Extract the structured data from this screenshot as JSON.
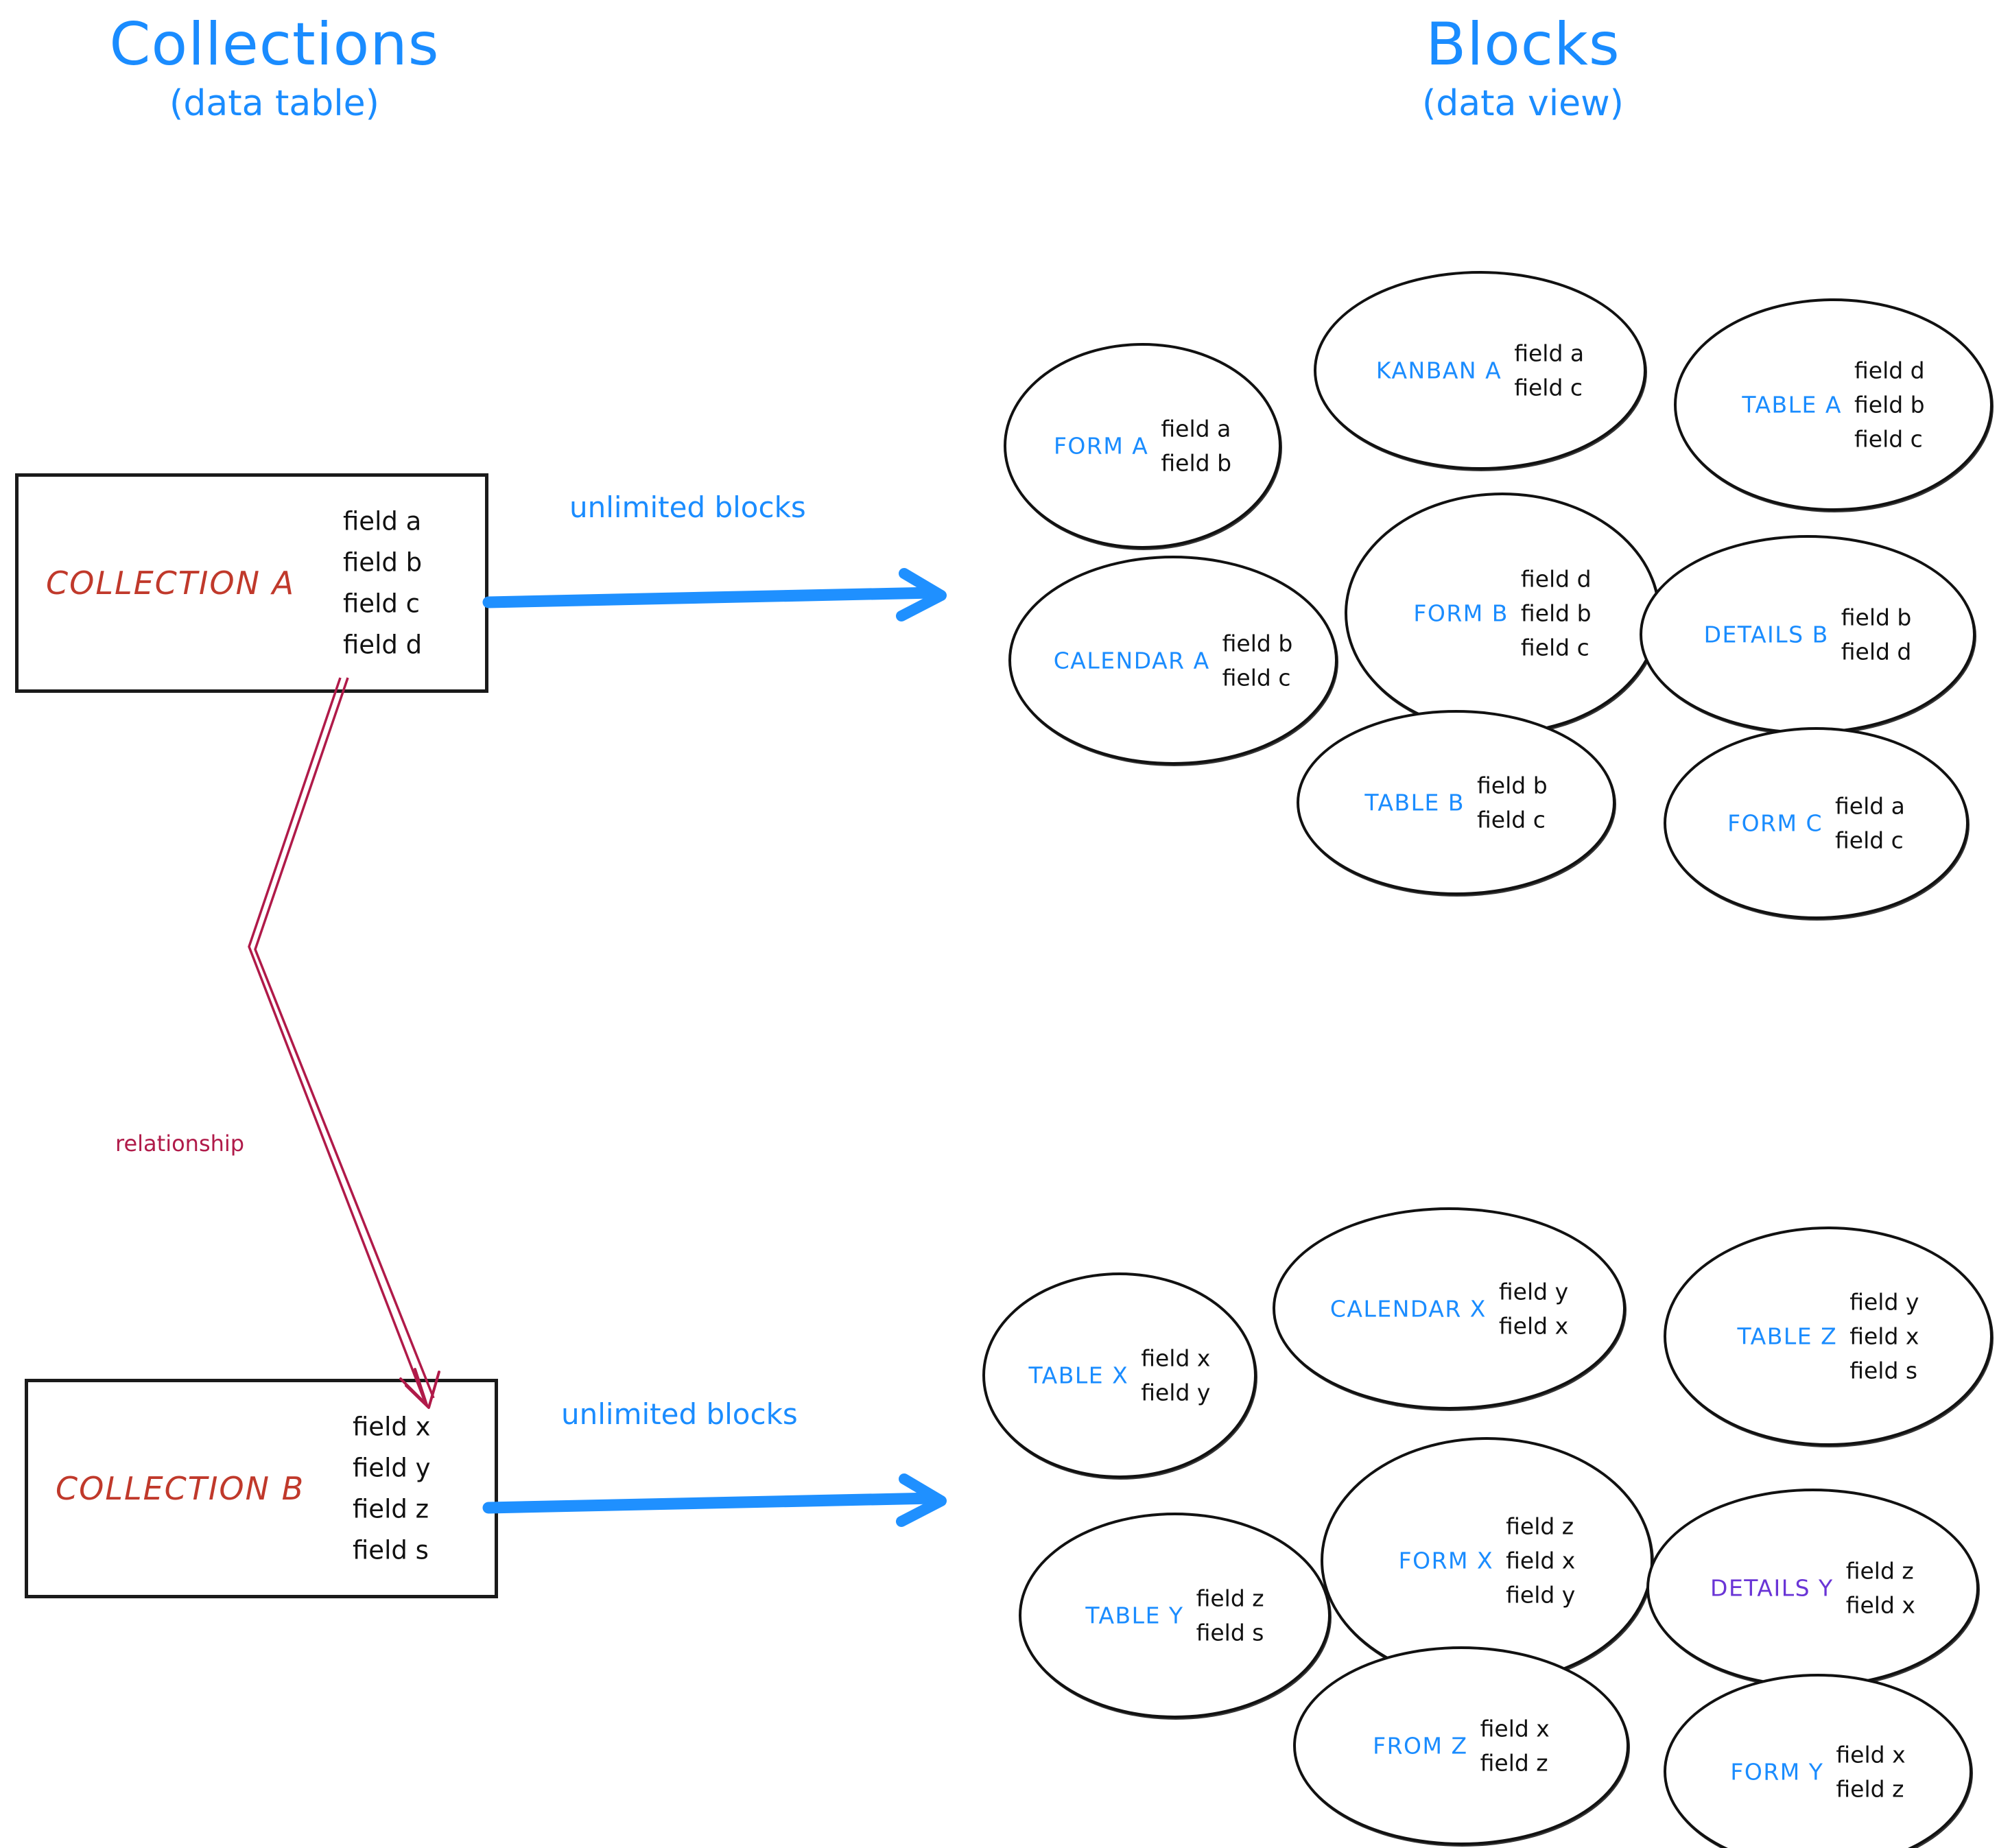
{
  "headings": {
    "left": {
      "title": "Collections",
      "subtitle": "(data table)"
    },
    "right": {
      "title": "Blocks",
      "subtitle": "(data view)"
    }
  },
  "colors": {
    "accent_blue": "#1a8cff",
    "collection_red": "#c0392b",
    "relationship_red": "#b01a49",
    "details_purple": "#6a35d6",
    "outline_black": "#111111"
  },
  "collections": [
    {
      "name": "COLLECTION A",
      "fields": [
        "field a",
        "field b",
        "field c",
        "field d"
      ]
    },
    {
      "name": "COLLECTION B",
      "fields": [
        "field x",
        "field y",
        "field z",
        "field s"
      ]
    }
  ],
  "arrows": {
    "top_label": "unlimited blocks",
    "bottom_label": "unlimited blocks",
    "relationship_label": "relationship"
  },
  "blocks_top": [
    {
      "name": "FORM A",
      "fields": [
        "field a",
        "field b"
      ],
      "color": "blue"
    },
    {
      "name": "KANBAN A",
      "fields": [
        "field a",
        "field c"
      ],
      "color": "blue"
    },
    {
      "name": "TABLE A",
      "fields": [
        "field d",
        "field b",
        "field c"
      ],
      "color": "blue"
    },
    {
      "name": "CALENDAR A",
      "fields": [
        "field b",
        "field c"
      ],
      "color": "blue"
    },
    {
      "name": "FORM B",
      "fields": [
        "field d",
        "field b",
        "field c"
      ],
      "color": "blue"
    },
    {
      "name": "DETAILS B",
      "fields": [
        "field b",
        "field d"
      ],
      "color": "blue"
    },
    {
      "name": "TABLE B",
      "fields": [
        "field b",
        "field c"
      ],
      "color": "blue"
    },
    {
      "name": "FORM C",
      "fields": [
        "field a",
        "field c"
      ],
      "color": "blue"
    }
  ],
  "blocks_bottom": [
    {
      "name": "TABLE X",
      "fields": [
        "field x",
        "field y"
      ],
      "color": "blue"
    },
    {
      "name": "CALENDAR X",
      "fields": [
        "field y",
        "field x"
      ],
      "color": "blue"
    },
    {
      "name": "TABLE Z",
      "fields": [
        "field y",
        "field x",
        "field s"
      ],
      "color": "blue"
    },
    {
      "name": "TABLE Y",
      "fields": [
        "field z",
        "field s"
      ],
      "color": "blue"
    },
    {
      "name": "FORM X",
      "fields": [
        "field z",
        "field x",
        "field y"
      ],
      "color": "blue"
    },
    {
      "name": "DETAILS Y",
      "fields": [
        "field z",
        "field x"
      ],
      "color": "purple"
    },
    {
      "name": "FROM Z",
      "fields": [
        "field x",
        "field z"
      ],
      "color": "blue"
    },
    {
      "name": "FORM Y",
      "fields": [
        "field x",
        "field z"
      ],
      "color": "blue"
    }
  ]
}
